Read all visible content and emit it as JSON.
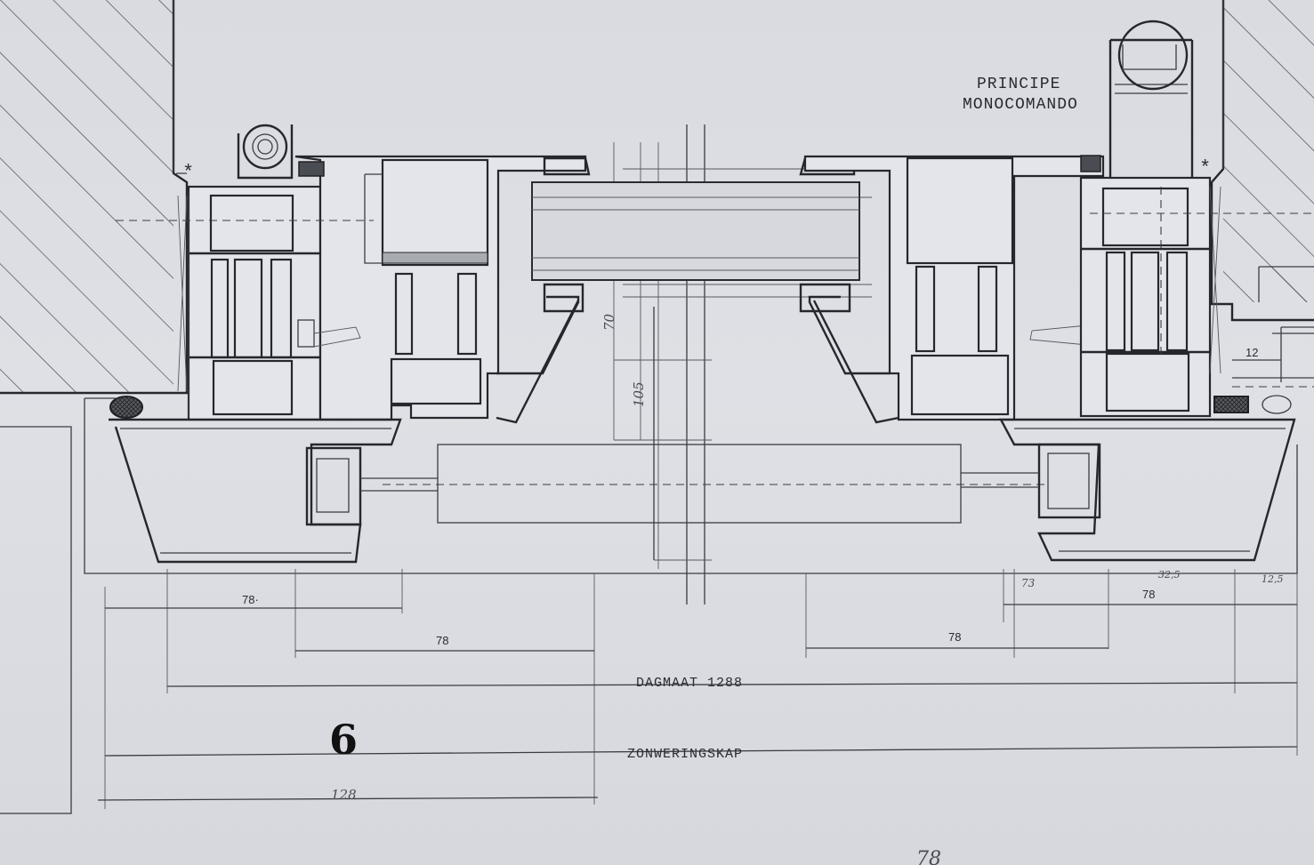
{
  "labels": {
    "principe": "PRINCIPE",
    "monocomando": "MONOCOMANDO",
    "dagmaat": "DAGMAAT 1288",
    "zonweringskap": "ZONWERINGSKAP",
    "sheet_number": "6"
  },
  "dimensions": {
    "d78_left_top": "78·",
    "d78_left_mid": "78",
    "d78_right_mid": "78",
    "d78_right_top": "78",
    "d12": "12",
    "d128": "128"
  },
  "handwritten": {
    "h70": "70",
    "h105": "105",
    "h73": "73",
    "h325": "32,5",
    "h125": "12,5",
    "bottom_scribble": "78"
  },
  "colors": {
    "paper": "#dfe0e5",
    "ink": "#26272e"
  }
}
